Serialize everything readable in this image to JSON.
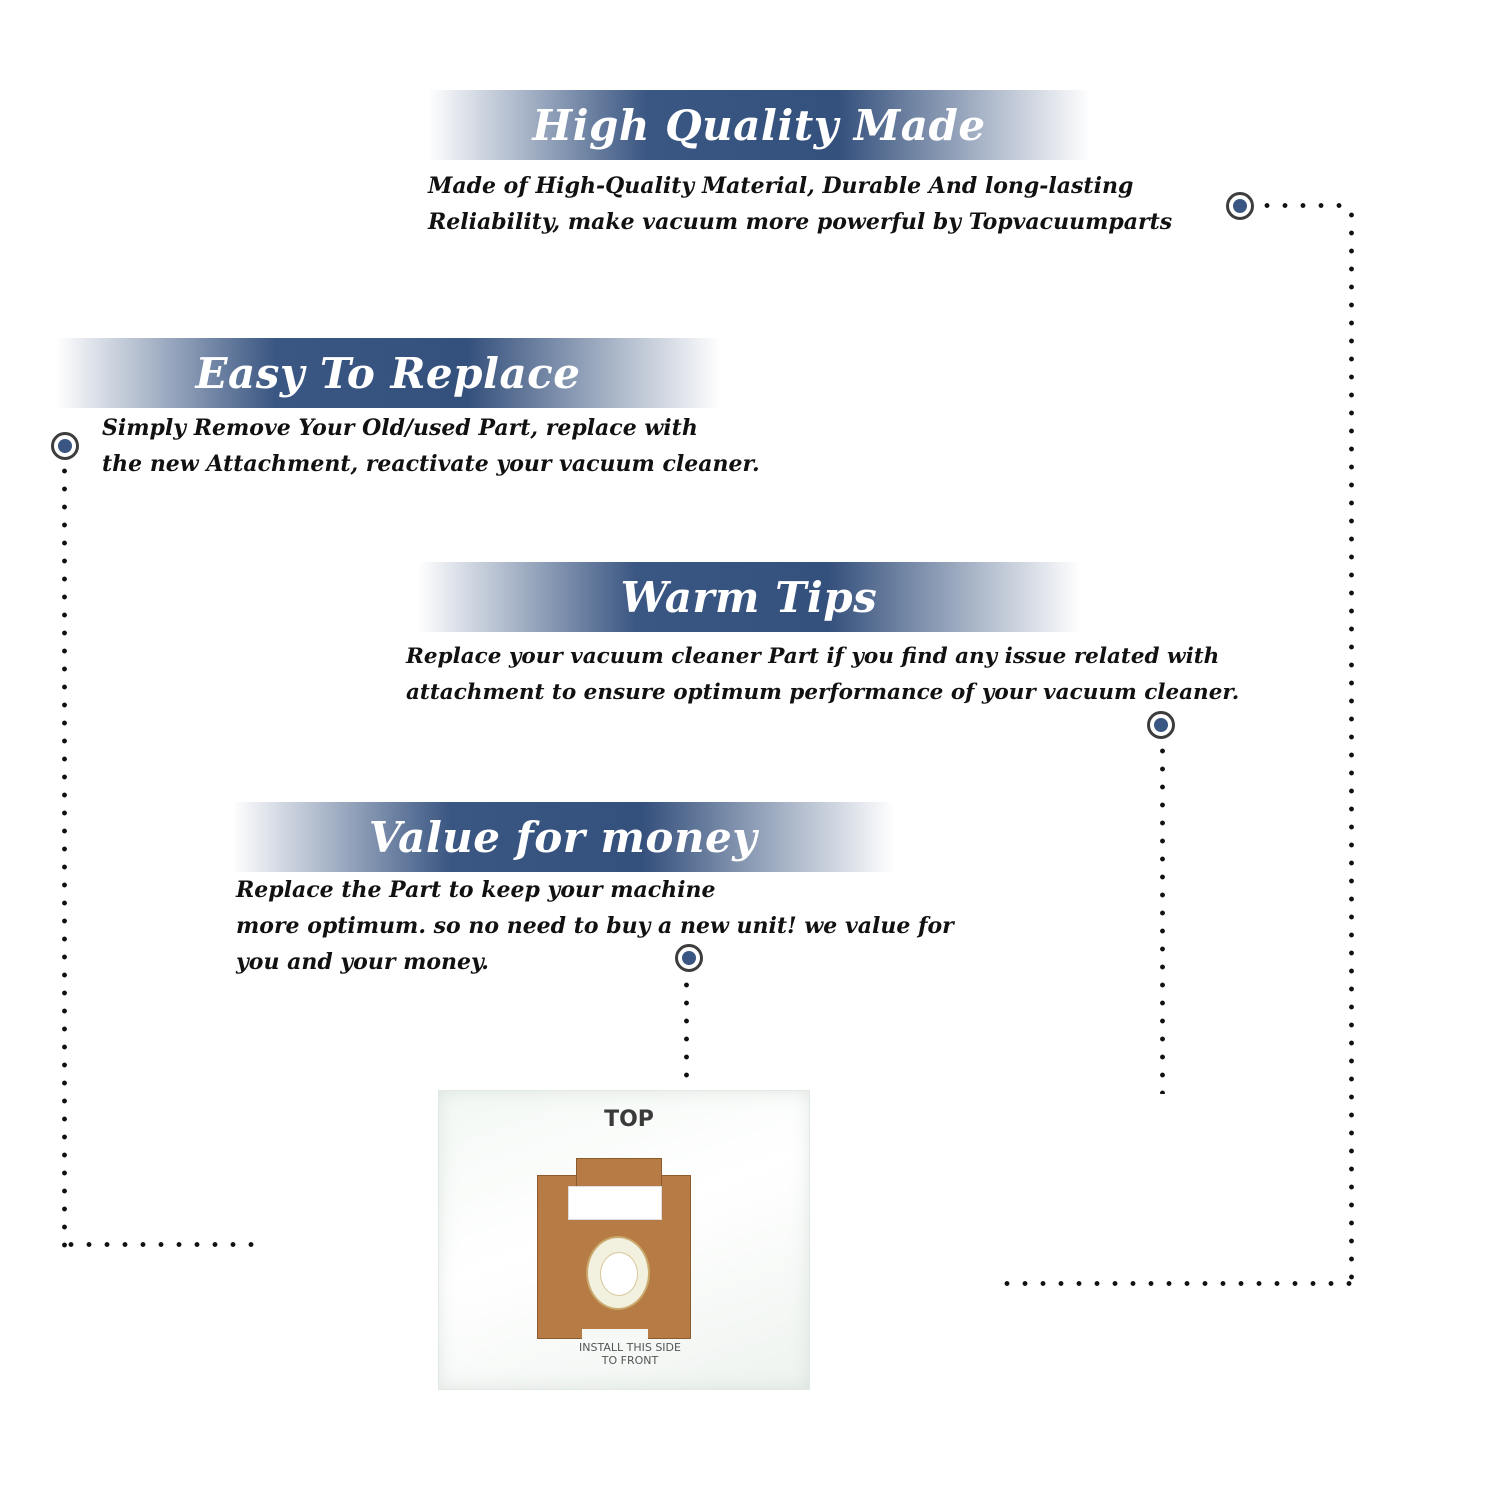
{
  "sections": [
    {
      "title": "High Quality Made",
      "lines": [
        "Made of  High-Quality Material, Durable And long-lasting",
        "Reliability, make vacuum more powerful by Topvacuumparts"
      ]
    },
    {
      "title": "Easy To Replace",
      "lines": [
        "Simply Remove Your Old/used Part, replace with",
        "the new Attachment, reactivate your vacuum cleaner."
      ]
    },
    {
      "title": "Warm Tips",
      "lines": [
        "Replace your vacuum cleaner Part if you find any issue related with",
        " attachment to ensure optimum performance of your vacuum cleaner."
      ]
    },
    {
      "title": "Value for money",
      "lines": [
        "Replace the Part to keep your machine",
        "more optimum. so no need to buy a new unit! we value for",
        "you and your money."
      ]
    }
  ],
  "product": {
    "top_label": "TOP",
    "install_line1": "INSTALL THIS SIDE",
    "install_line2": "TO FRONT"
  },
  "colors": {
    "banner_blue": "#3a5682",
    "text": "#111111",
    "cardboard": "#b77c45"
  }
}
